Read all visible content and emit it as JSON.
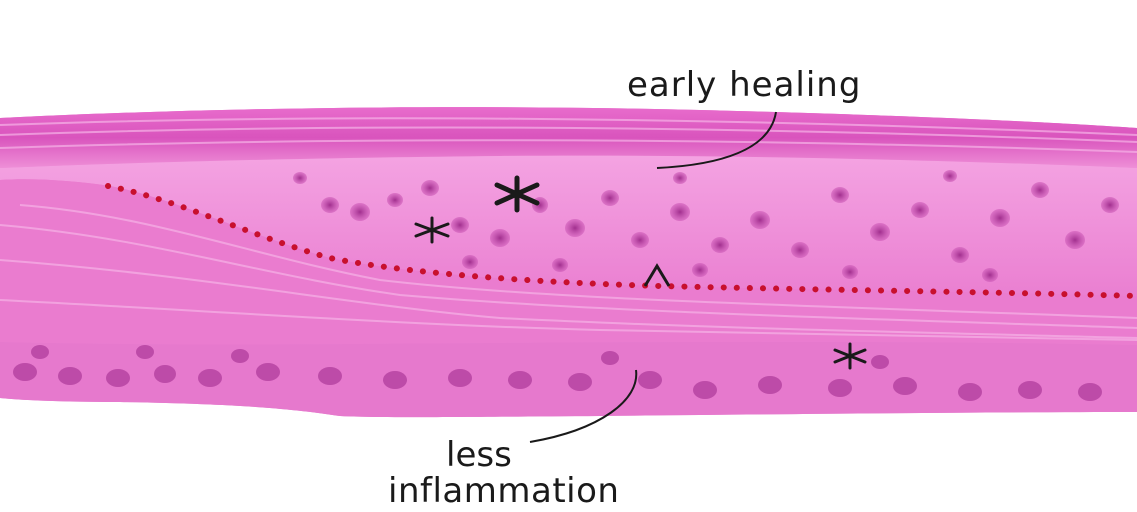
{
  "annotations": {
    "upper_label": "early healing",
    "lower_label_line1": "less",
    "lower_label_line2": "inflammation",
    "large_marker": "*",
    "small_marker_left": "*",
    "small_marker_right": "*",
    "caret_marker": "^"
  },
  "colors": {
    "background": "#ffffff",
    "tissue_light": "#f08ad8",
    "tissue_mid": "#e265c8",
    "tissue_dark": "#c73aa9",
    "nuclei": "#9b2b86",
    "dotted_boundary": "#c8102e",
    "text": "#1a1a1a"
  },
  "icons": {
    "asterisk": "asterisk-marker-icon",
    "caret": "caret-marker-icon"
  }
}
